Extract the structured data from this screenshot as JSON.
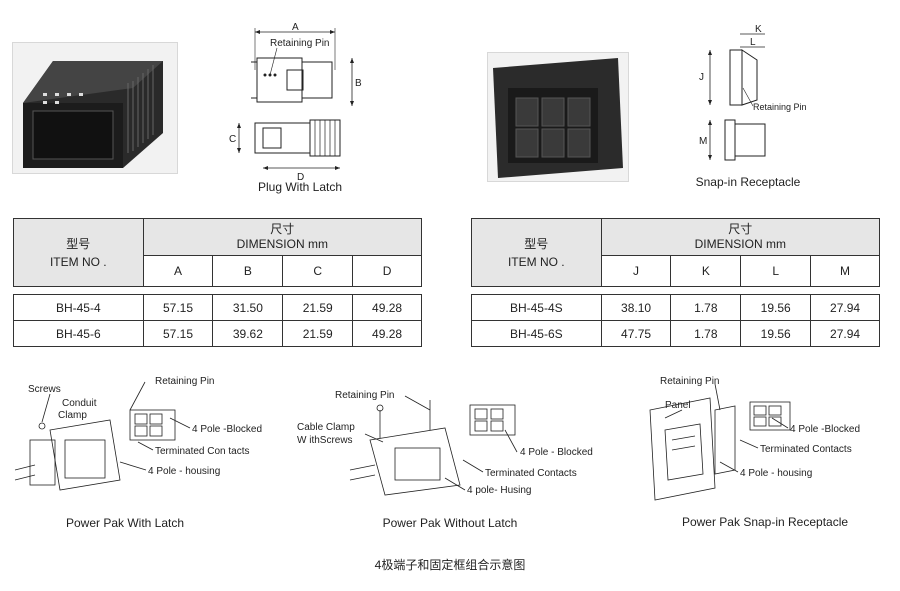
{
  "plug": {
    "caption": "Plug With Latch",
    "labels": {
      "A": "A",
      "B": "B",
      "C": "C",
      "D": "D",
      "pin": "Retaining Pin"
    }
  },
  "receptacle": {
    "caption": "Snap-in Receptacle",
    "labels": {
      "K": "K",
      "L": "L",
      "J": "J",
      "M": "M",
      "pin": "Retaining Pin"
    }
  },
  "table_left": {
    "item_cn": "型号",
    "item_en": "ITEM NO .",
    "dim_cn": "尺寸",
    "dim_en": "DIMENSION mm",
    "cols": [
      "A",
      "B",
      "C",
      "D"
    ],
    "rows": [
      {
        "item": "BH-45-4",
        "vals": [
          "57.15",
          "31.50",
          "21.59",
          "49.28"
        ]
      },
      {
        "item": "BH-45-6",
        "vals": [
          "57.15",
          "39.62",
          "21.59",
          "49.28"
        ]
      }
    ]
  },
  "table_right": {
    "item_cn": "型号",
    "item_en": "ITEM NO .",
    "dim_cn": "尺寸",
    "dim_en": "DIMENSION mm",
    "cols": [
      "J",
      "K",
      "L",
      "M"
    ],
    "rows": [
      {
        "item": "BH-45-4S",
        "vals": [
          "38.10",
          "1.78",
          "19.56",
          "27.94"
        ]
      },
      {
        "item": "BH-45-6S",
        "vals": [
          "47.75",
          "1.78",
          "19.56",
          "27.94"
        ]
      }
    ]
  },
  "assembly_1": {
    "caption": "Power Pak With Latch",
    "labels": [
      "Screws",
      "Conduit",
      "Clamp",
      "Retaining Pin",
      "4 Pole -Blocked",
      "Terminated  Con tacts",
      "4 Pole - housing"
    ]
  },
  "assembly_2": {
    "caption": "Power Pak Without Latch",
    "labels": [
      "Retaining Pin",
      "Cable Clamp",
      "W ithScrews",
      "4 Pole - Blocked",
      "Terminated Contacts",
      "4 pole- Husing"
    ]
  },
  "assembly_3": {
    "caption": "Power Pak Snap-in Receptacle",
    "labels": [
      "Retaining Pin",
      "Panel",
      "4 Pole -Blocked",
      "Terminated  Contacts",
      "4 Pole - housing"
    ]
  },
  "footer_title": "4极端子和固定框组合示意图"
}
